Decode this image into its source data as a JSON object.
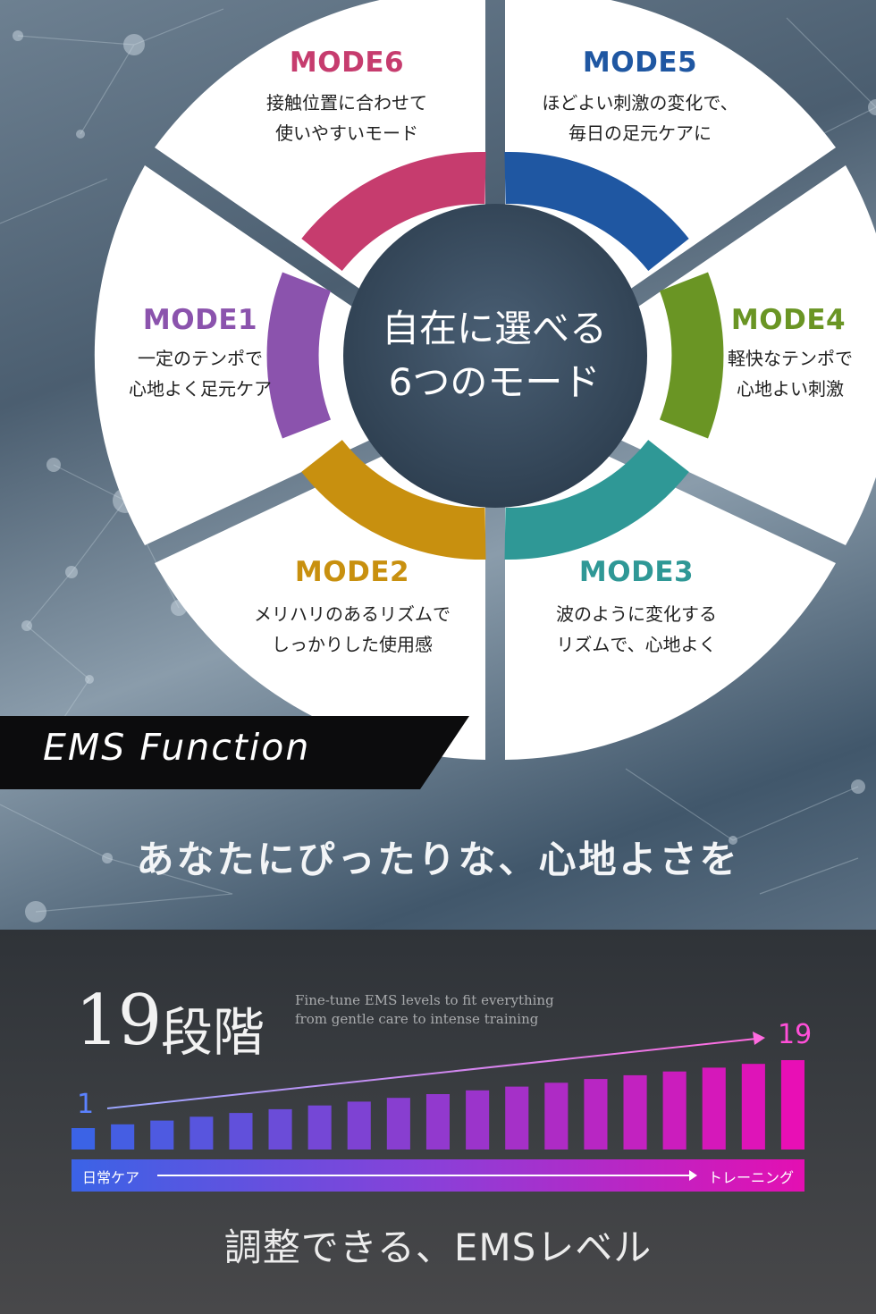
{
  "center": {
    "line1": "自在に選べる",
    "line2": "6つのモード"
  },
  "modes": [
    {
      "title": "MODE6",
      "desc1": "接触位置に合わせて",
      "desc2": "使いやすいモード",
      "color": "#c63c6e"
    },
    {
      "title": "MODE5",
      "desc1": "ほどよい刺激の変化で、",
      "desc2": "毎日の足元ケアに",
      "color": "#1f57a2"
    },
    {
      "title": "MODE1",
      "desc1": "一定のテンポで",
      "desc2": "心地よく足元ケア",
      "color": "#8b53ad"
    },
    {
      "title": "MODE4",
      "desc1": "軽快なテンポで",
      "desc2": "心地よい刺激",
      "color": "#6a9524"
    },
    {
      "title": "MODE2",
      "desc1": "メリハリのあるリズムで",
      "desc2": "しっかりした使用感",
      "color": "#c8900f"
    },
    {
      "title": "MODE3",
      "desc1": "波のように変化する",
      "desc2": "リズムで、心地よく",
      "color": "#2f9896"
    }
  ],
  "banner": {
    "text": "EMS Function"
  },
  "tagline": "あなたにぴったりな、心地よさを",
  "levels": {
    "number": "19",
    "unit": "段階",
    "sub1": "Fine-tune EMS levels to fit everything",
    "sub2": "from gentle care to intense training",
    "min_label": "1",
    "max_label": "19",
    "count": 19,
    "start_label": "日常ケア",
    "end_label": "トレーニング",
    "colors": {
      "start": "#3b63e6",
      "end": "#e80fb5"
    }
  },
  "footer": "調整できる、EMSレベル"
}
